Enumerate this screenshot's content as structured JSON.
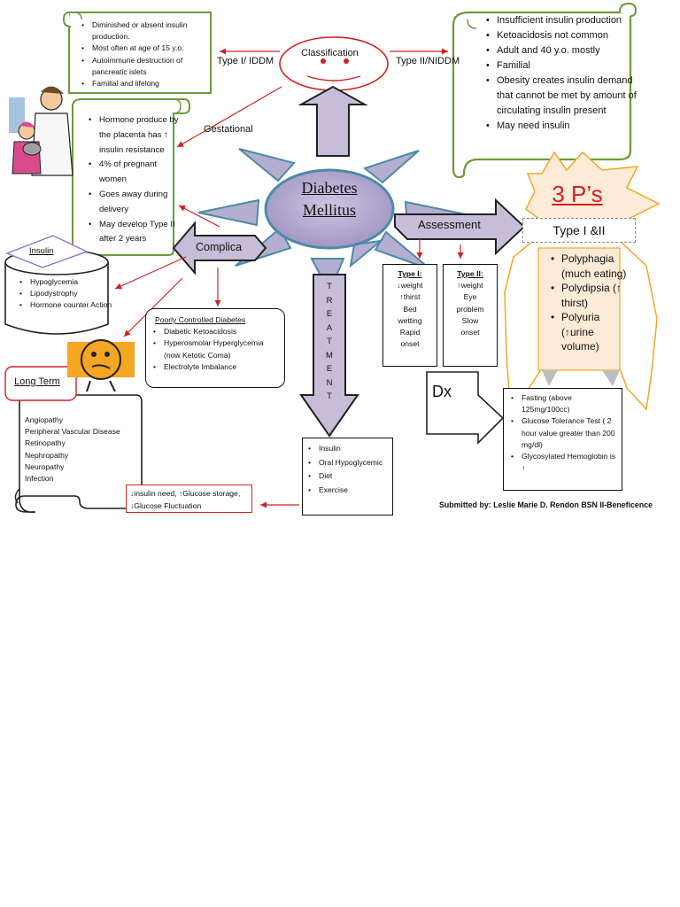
{
  "center": {
    "line1": "Diabetes",
    "line2": "Mellitus"
  },
  "classification": {
    "title": "Classification",
    "type1_label": "Type I/ IDDM",
    "type2_label": "Type II/NIDDM",
    "gestational_label": "Gestational"
  },
  "type1_box": {
    "items": [
      "Diminished or absent insulin production.",
      "Most often at age of 15 y.o.",
      "Autoimmune destruction of pancreatic islets",
      "Familial and lifelong"
    ]
  },
  "type2_box": {
    "items": [
      "Insufficient insulin production",
      "Ketoacidosis not common",
      "Adult and 40  y.o. mostly",
      "Familial",
      "Obesity creates insulin demand that cannot be met by amount of circulating insulin present",
      "May need insulin"
    ]
  },
  "gestational_box": {
    "items": [
      "Hormone produce by the placenta has ↑ insulin resistance",
      "4% of pregnant women",
      "Goes away during delivery",
      "May develop Type II after 2 years"
    ]
  },
  "complications": {
    "arrow_label": "Complica",
    "insulin_title": "Insulin",
    "insulin_items": [
      "Hypoglycemia",
      "Lipodystrophy",
      "Hormone counter Action"
    ],
    "poorly_title": "Poorly Controlled Diabetes",
    "poorly_items": [
      "Diabetic Ketoacidosis",
      "Hyperosmolar Hyperglycemia (now Ketotic Coma)",
      "Electrolyte Imbalance"
    ],
    "longterm_title": "Long Term",
    "longterm_items": [
      "Angiopathy",
      "Peripheral Vascular Disease",
      "Retinopathy",
      "Nephropathy",
      "Neuropathy",
      "Infection"
    ]
  },
  "assessment": {
    "arrow_label": "Assessment",
    "type1_title": "Type I:",
    "type1_lines": [
      "↓weight",
      "↑thirst",
      "Bed",
      "wetting",
      "Rapid",
      "onset"
    ],
    "type2_title": "Type II:",
    "type2_lines": [
      "↑weight",
      "Eye",
      "problem",
      "Slow",
      "onset"
    ]
  },
  "three_ps": {
    "title": "3 P’s",
    "subtitle": "Type I &II",
    "items": [
      "Polyphagia (much eating)",
      "Polydipsia (↑ thirst)",
      "Polyuria (↑urine volume)"
    ]
  },
  "dx": {
    "label": "Dx",
    "items": [
      "Fasting (above 125mg/100cc)",
      "Glucose Tolerance Test ( 2 hour value greater than 200 mg/dl)",
      "Glycosylated Hemoglobin is ↑"
    ]
  },
  "treatment": {
    "letters": [
      "T",
      "R",
      "E",
      "A",
      "T",
      "M",
      "E",
      "N",
      "T"
    ],
    "items": [
      "Insulin",
      "Oral Hypoglycemic",
      "Diet",
      "Exercise"
    ],
    "note": "↓insulin need, ↑Glucose storage, ↓Glucose Fluctuation"
  },
  "footer": {
    "submitted": "Submitted by: Leslie Marie D. Rendon BSN II-Beneficence"
  },
  "colors": {
    "arrow_fill": "#c7bdd8",
    "arrow_stroke": "#222222",
    "ray_fill": "#b4aed0",
    "ray_stroke": "#4c8aa8",
    "scroll_stroke": "#6e9a3c",
    "red": "#d42020",
    "orange": "#f5a623",
    "peach": "#fdebd8"
  }
}
